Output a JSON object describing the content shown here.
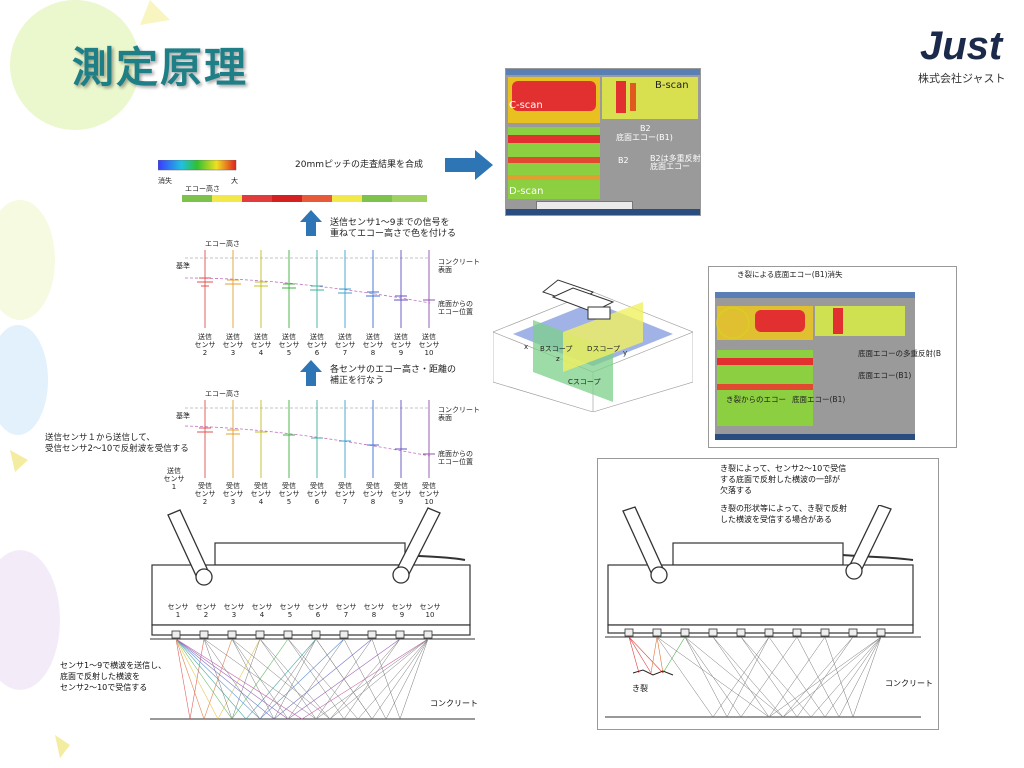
{
  "title": "測定原理",
  "logo": {
    "mark": "Just",
    "company": "株式会社ジャスト"
  },
  "top_left": {
    "scale_left": "消失",
    "scale_right": "大",
    "scale_caption": "エコー高さ",
    "combine_label": "20mmピッチの走査結果を合成",
    "step1": "送信センサ1～9までの信号を\n重ねてエコー高さで色を付ける",
    "step2": "各センサのエコー高さ・距離の\n補正を行なう"
  },
  "wave_plot_1": {
    "echo_height": "エコー高さ",
    "surface": "コンクリート\n表面",
    "bottom_echo": "底面からの\nエコー位置",
    "axis": "基準",
    "sensors": [
      "送信\nセンサ\n2",
      "送信\nセンサ\n3",
      "送信\nセンサ\n4",
      "送信\nセンサ\n5",
      "送信\nセンサ\n6",
      "送信\nセンサ\n7",
      "送信\nセンサ\n8",
      "送信\nセンサ\n9",
      "送信\nセンサ\n10"
    ]
  },
  "wave_plot_2": {
    "echo_height": "エコー高さ",
    "surface": "コンクリート\n表面",
    "bottom_echo": "底面からの\nエコー位置",
    "axis": "基準",
    "transmit_note": "送信センサ１から送信して、\n受信センサ2～10で反射波を受信する",
    "transmit_sensor": "送信\nセンサ\n1",
    "sensors": [
      "受信\nセンサ\n2",
      "受信\nセンサ\n3",
      "受信\nセンサ\n4",
      "受信\nセンサ\n5",
      "受信\nセンサ\n6",
      "受信\nセンサ\n7",
      "受信\nセンサ\n8",
      "受信\nセンサ\n9",
      "受信\nセンサ\n10"
    ]
  },
  "device_left": {
    "sensors": [
      "センサ\n1",
      "センサ\n2",
      "センサ\n3",
      "センサ\n4",
      "センサ\n5",
      "センサ\n6",
      "センサ\n7",
      "センサ\n8",
      "センサ\n9",
      "センサ\n10"
    ],
    "note": "センサ1～9で横波を送信し、\n底面で反射した横波を\nセンサ2～10で受信する",
    "concrete": "コンクリート"
  },
  "scan_top": {
    "c_scan": "C-scan",
    "b_scan": "B-scan",
    "d_scan": "D-scan",
    "b2_a": "B2",
    "b1": "底面エコー(B1)",
    "b2_b": "B2",
    "b2_note": "B2は多重反射の\n底面エコー"
  },
  "scope3d": {
    "b": "Bスコープ",
    "d": "Dスコープ",
    "c": "Cスコープ",
    "x": "x",
    "y": "y",
    "z": "z"
  },
  "scan_right": {
    "crack_loss": "き裂による底面エコー(B1)消失",
    "multi": "底面エコーの多重反射(B",
    "b1": "底面エコー(B1)",
    "crack_echo": "き裂からのエコー",
    "b1_b": "底面エコー(B1)"
  },
  "device_right": {
    "note1": "き裂によって、センサ2～10で受信\nする底面で反射した横波の一部が\n欠落する",
    "note2": "き裂の形状等によって、き裂で反射\nした横波を受信する場合がある",
    "crack": "き裂",
    "concrete": "コンクリート"
  },
  "colors": {
    "title": "#1f7f86",
    "arrow": "#2e75b6",
    "accent_bg": "#dff0b8"
  }
}
